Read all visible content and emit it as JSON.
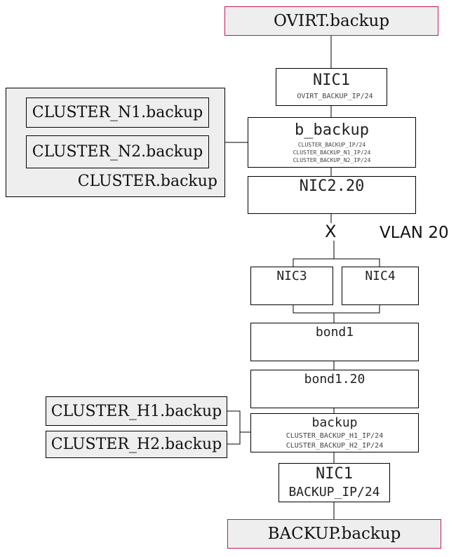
{
  "nodes": {
    "ovirt_host": "OVIRT.backup",
    "nic1_top": {
      "title": "NIC1",
      "ip": "OVIRT_BACKUP_IP/24"
    },
    "b_backup": {
      "title": "b_backup",
      "lines": [
        "CLUSTER_BACKUP_IP/24",
        "CLUSTER_BACKUP_N1_IP/24",
        "CLUSTER_BACKUP_N2_IP/24"
      ]
    },
    "nic2_20": "NIC2.20",
    "vlan_marker": "X",
    "vlan_label": "VLAN 20",
    "nic3": "NIC3",
    "nic4": "NIC4",
    "bond1": "bond1",
    "bond1_20": "bond1.20",
    "backup": {
      "title": "backup",
      "lines": [
        "CLUSTER_BACKUP_H1_IP/24",
        "CLUSTER_BACKUP_H2_IP/24"
      ]
    },
    "nic1_bottom": {
      "title": "NIC1",
      "ip": "BACKUP_IP/24"
    },
    "backup_host": "BACKUP.backup"
  },
  "cluster_group": {
    "label": "CLUSTER.backup",
    "members": [
      "CLUSTER_N1.backup",
      "CLUSTER_N2.backup"
    ]
  },
  "h_hosts": [
    "CLUSTER_H1.backup",
    "CLUSTER_H2.backup"
  ],
  "colors": {
    "host_border": "#c2185b",
    "host_fill": "#eeeeee",
    "line": "#000000"
  }
}
